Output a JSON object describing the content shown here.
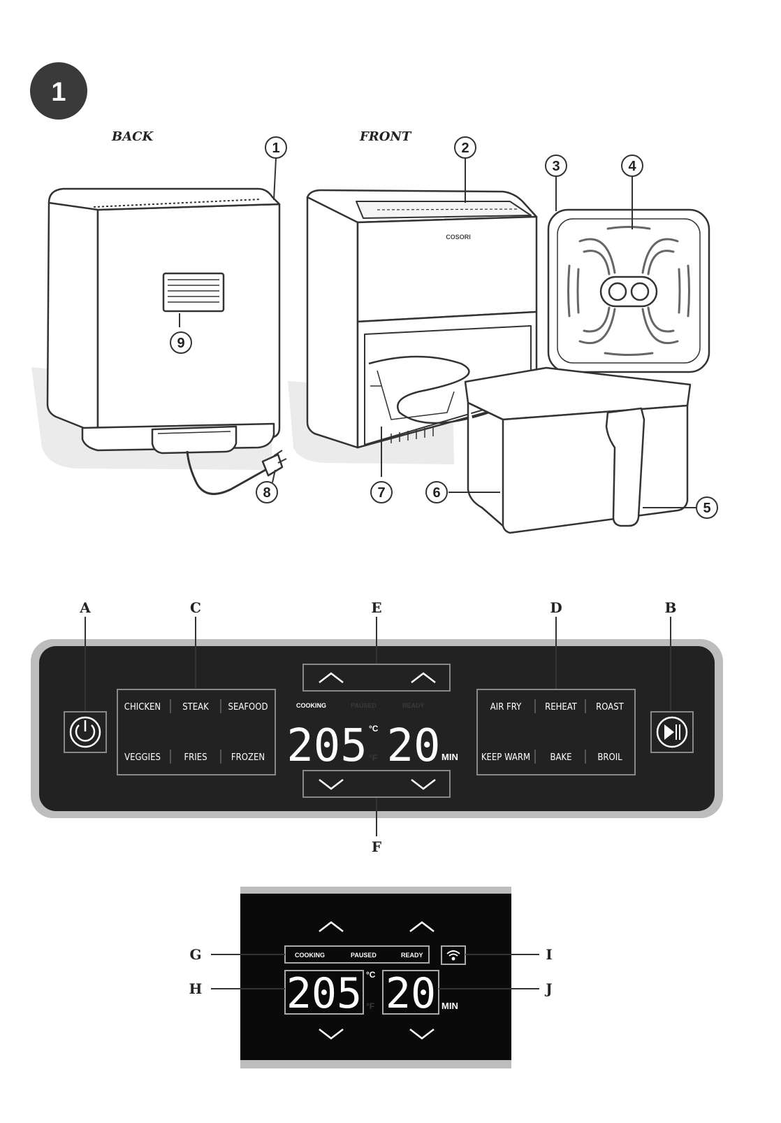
{
  "step_number": "1",
  "views": {
    "back": "BACK",
    "front": "FRONT"
  },
  "brand": "COSORI",
  "callouts": [
    "1",
    "2",
    "3",
    "4",
    "5",
    "6",
    "7",
    "8",
    "9"
  ],
  "panel_letters": {
    "a": "A",
    "b": "B",
    "c": "C",
    "d": "D",
    "e": "E",
    "f": "F"
  },
  "presets_left": [
    "CHICKEN",
    "STEAK",
    "SEAFOOD",
    "VEGGIES",
    "FRIES",
    "FROZEN"
  ],
  "presets_right": [
    "AIR FRY",
    "REHEAT",
    "ROAST",
    "KEEP WARM",
    "BAKE",
    "BROIL"
  ],
  "display": {
    "temp": "205",
    "time": "20",
    "unit_c": "°C",
    "unit_f": "°F",
    "unit_min": "MIN",
    "status": [
      "COOKING",
      "PAUSED",
      "READY"
    ]
  },
  "detail_letters": {
    "g": "G",
    "h": "H",
    "i": "I",
    "j": "J"
  },
  "icons": [
    "power-icon",
    "play-pause-icon",
    "wifi-icon",
    "chevron-up-icon",
    "chevron-down-icon"
  ]
}
